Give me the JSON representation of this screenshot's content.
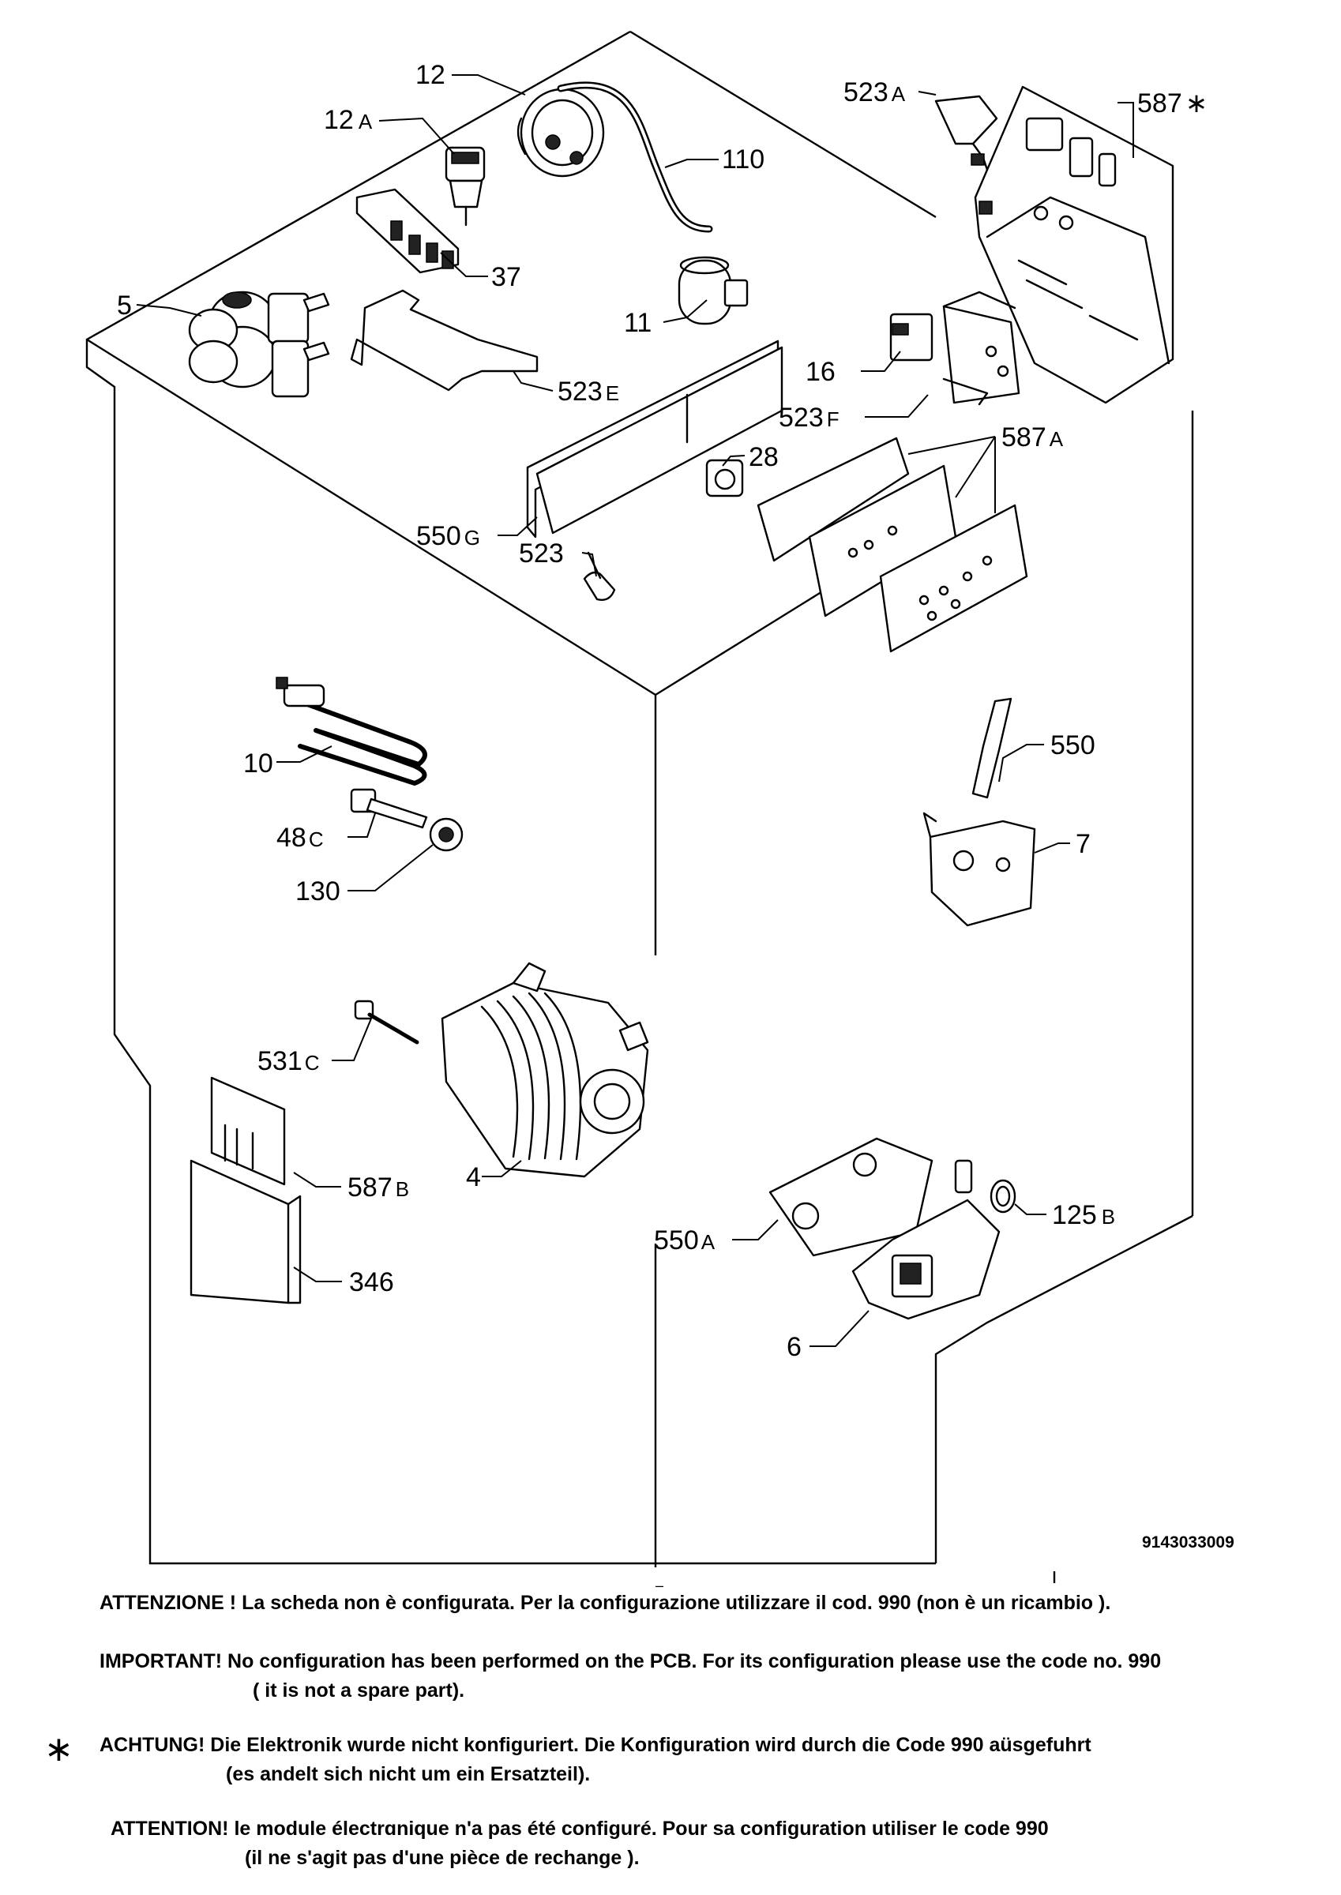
{
  "drawing_code": "9143033009",
  "labels": {
    "p12": "12",
    "p12a": "12",
    "p12a_suf": "A",
    "p110": "110",
    "p37": "37",
    "p5": "5",
    "p11": "11",
    "p523e": "523",
    "p523e_suf": "E",
    "p523a": "523",
    "p523a_suf": "A",
    "p587s": "587",
    "p587s_suf": "∗",
    "p16": "16",
    "p523f": "523",
    "p523f_suf": "F",
    "p587a": "587",
    "p587a_suf": "A",
    "p28": "28",
    "p550g": "550",
    "p550g_suf": "G",
    "p523": "523",
    "p10": "10",
    "p550": "550",
    "p48c": "48",
    "p48c_suf": "C",
    "p7": "7",
    "p130": "130",
    "p531c": "531",
    "p531c_suf": "C",
    "p4": "4",
    "p587b": "587",
    "p587b_suf": "B",
    "p346": "346",
    "p125b": "125",
    "p125b_suf": "B",
    "p550a": "550",
    "p550a_suf": "A",
    "p6": "6"
  },
  "asterisk": "∗",
  "notes": [
    {
      "line1": "ATTENZIONE ! La scheda non è  configurata. Per la configurazione utilizzare il cod. 990 (non è un ricambio ).",
      "line2": ""
    },
    {
      "line1": "IMPORTANT! No configuration has been performed on the PCB. For its configuration please use the code no. 990",
      "line2": "( it is not a spare part)."
    },
    {
      "line1": "ACHTUNG! Die Elektronik wurde nicht konfiguriert. Die Konfiguration wird durch die Code 990 aüsgefuhrt",
      "line2": "(es andelt sich nicht um ein Ersatzteil)."
    },
    {
      "line1": "ATTENTION! le module électrɑnique n'a pas été configuré. Pour  sa configuration utiliser le code 990",
      "line2": "(il ne s'agit pas d'une pièce de rechange )."
    }
  ]
}
